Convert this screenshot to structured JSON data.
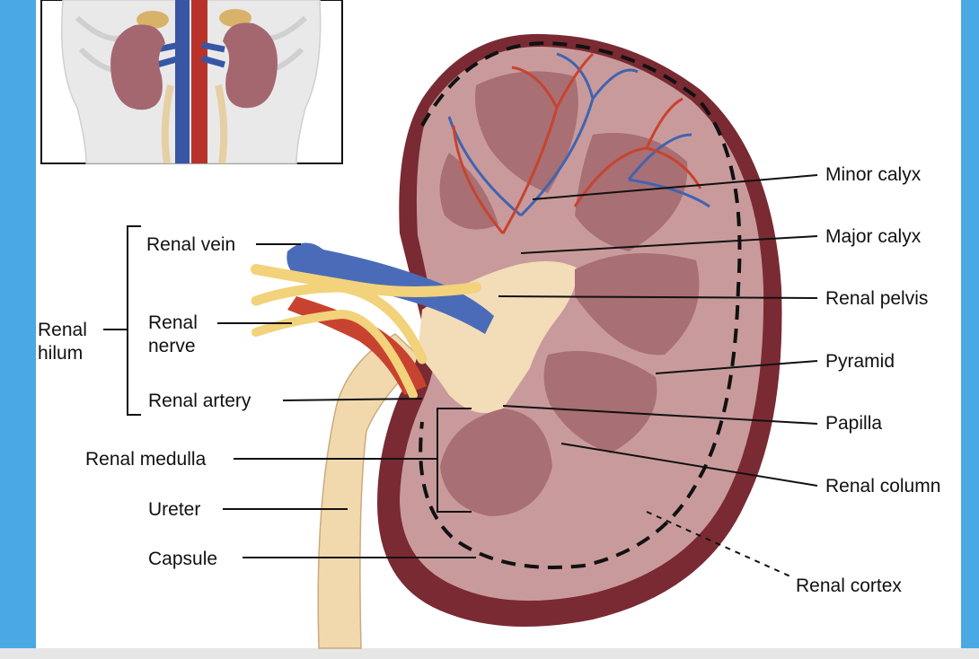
{
  "labels": {
    "minor_calyx": "Minor calyx",
    "major_calyx": "Major calyx",
    "renal_pelvis": "Renal pelvis",
    "pyramid": "Pyramid",
    "papilla": "Papilla",
    "renal_column": "Renal column",
    "renal_cortex": "Renal cortex",
    "renal_vein": "Renal vein",
    "renal_nerve_line1": "Renal",
    "renal_nerve_line2": "nerve",
    "renal_artery": "Renal artery",
    "renal_hilum_line1": "Renal",
    "renal_hilum_line2": "hilum",
    "renal_medulla": "Renal medulla",
    "ureter": "Ureter",
    "capsule": "Capsule"
  },
  "colors": {
    "frame_background": "#4aa8e4",
    "capsule": "#7a2a33",
    "cortex": "#c99a9c",
    "medulla": "#a86f74",
    "artery": "#c8432f",
    "vein": "#3f64b0",
    "nerve": "#f2d27a",
    "pelvis": "#f3dcb8"
  },
  "icons": [
    "body-inset-icon"
  ]
}
